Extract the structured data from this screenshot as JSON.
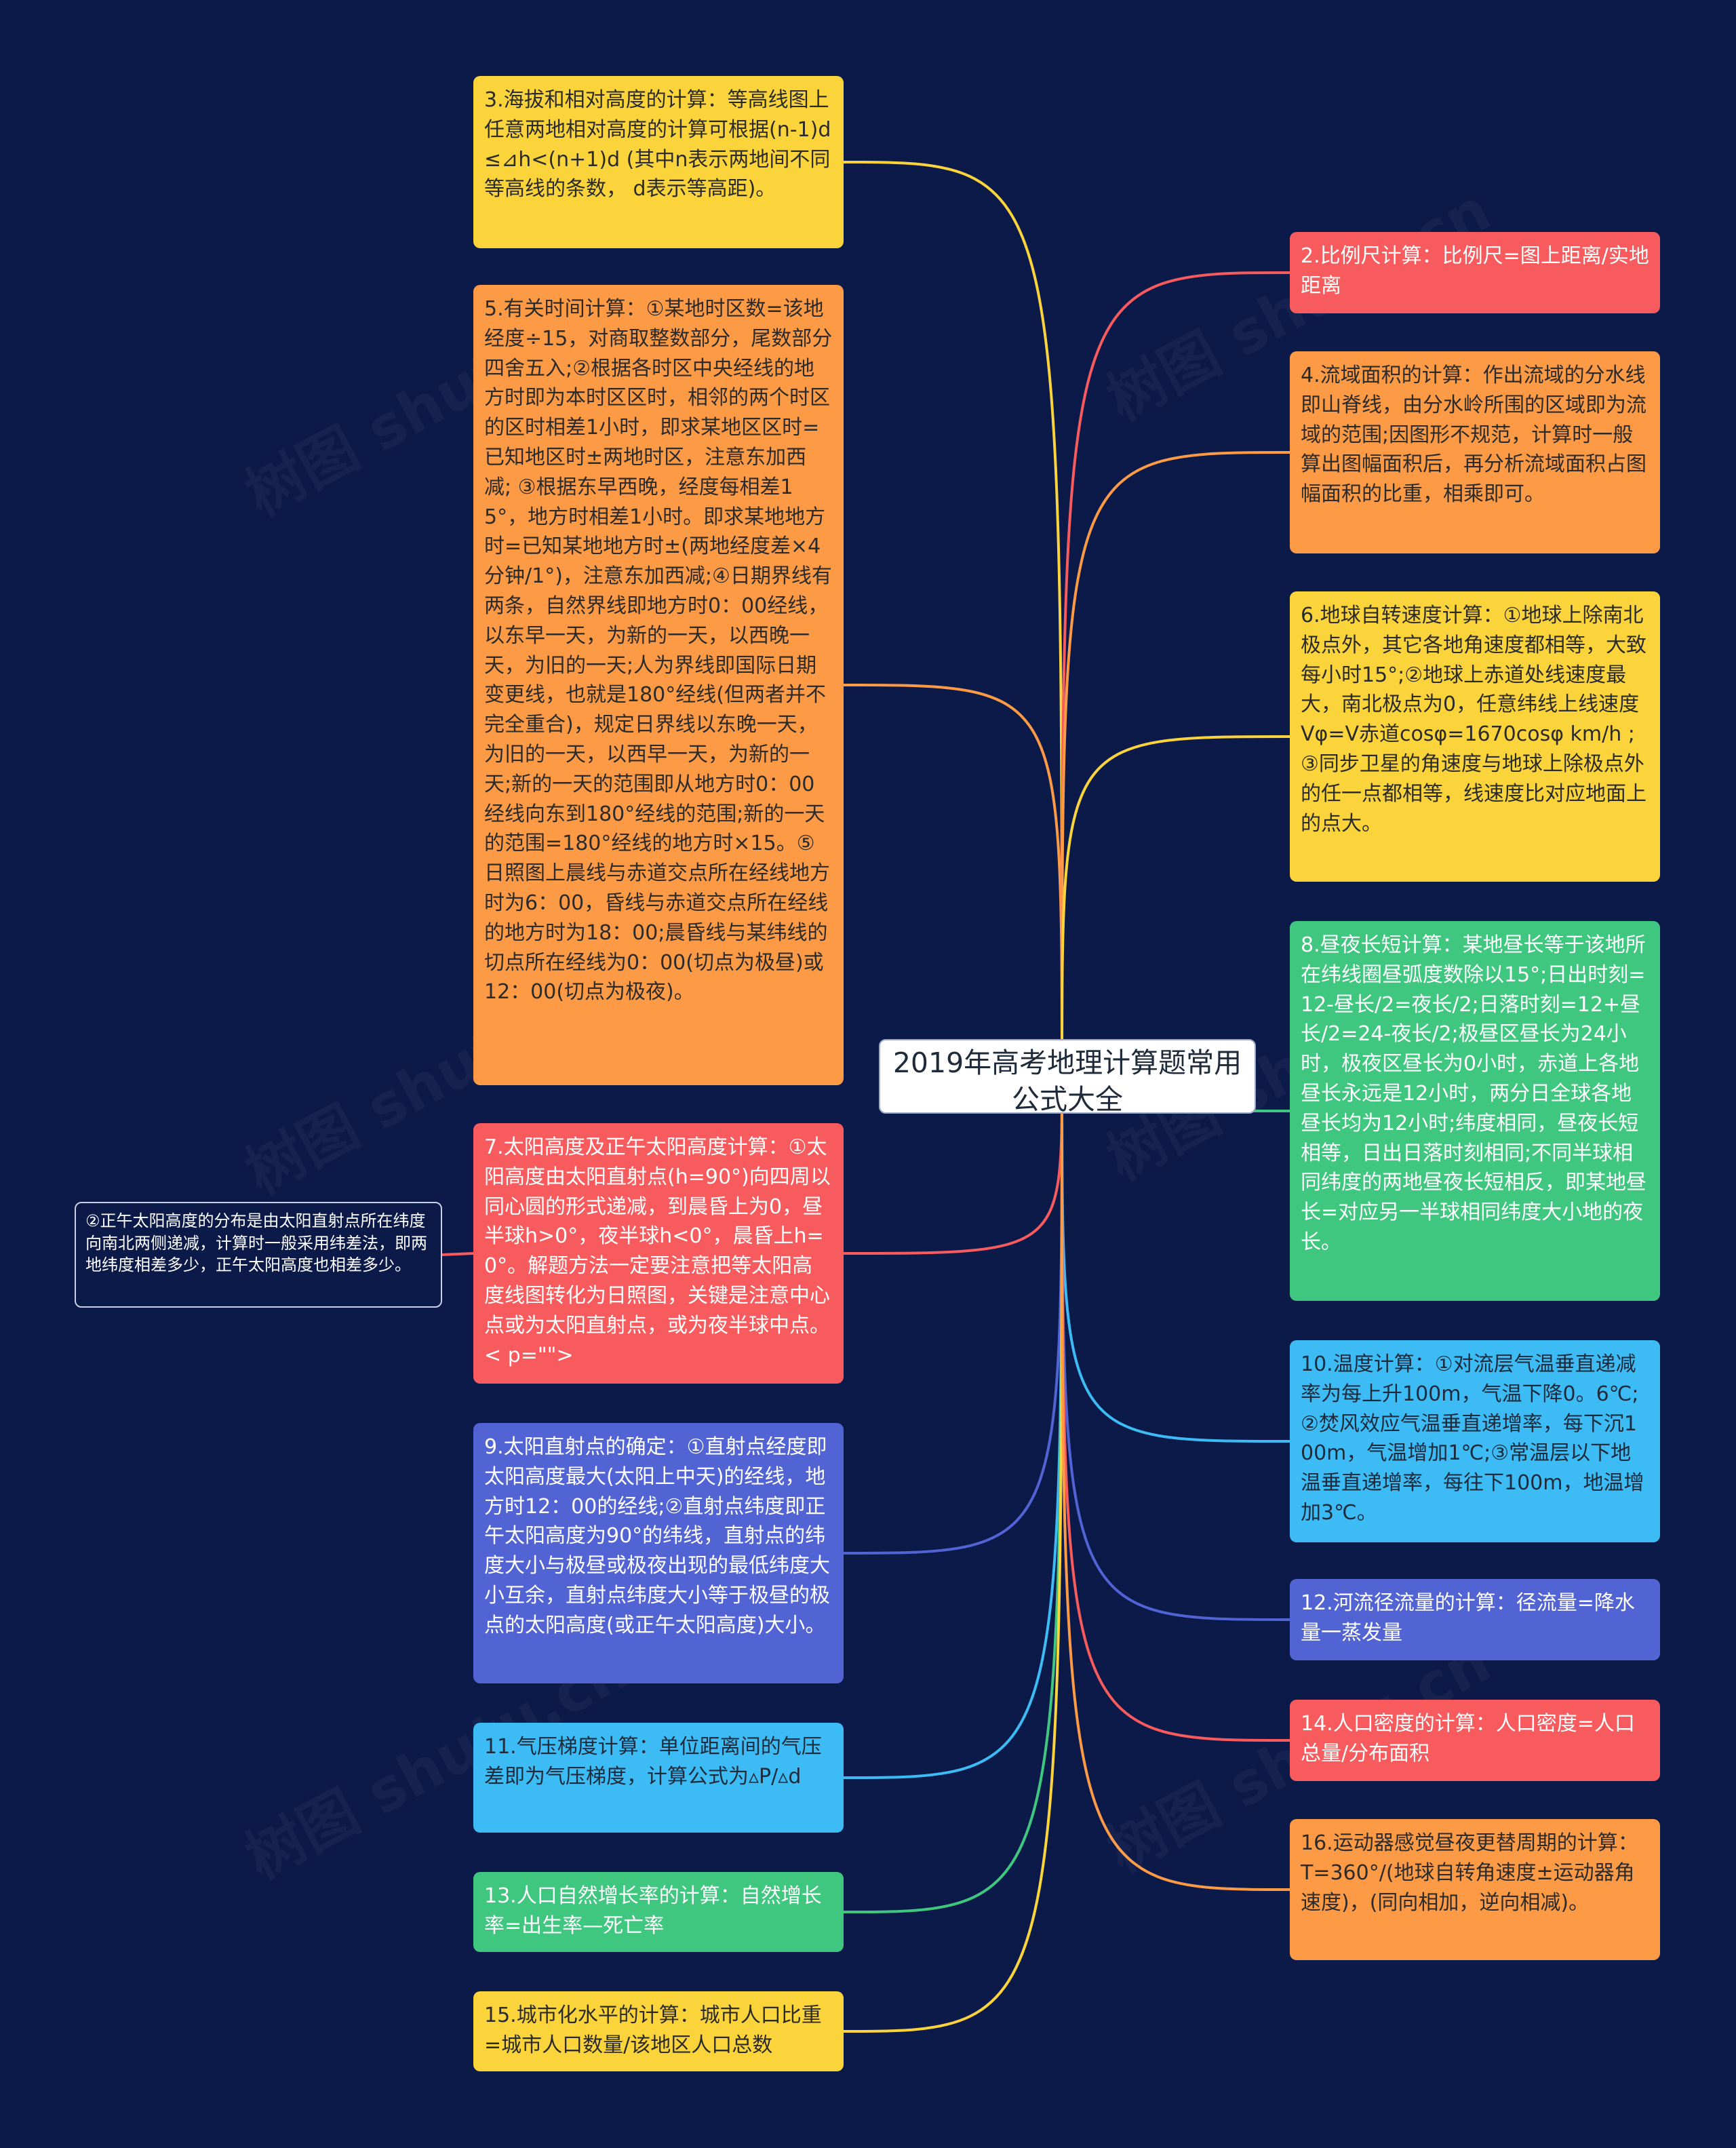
{
  "central": {
    "title": "2019年高考地理计算题常用公式大全"
  },
  "watermark": {
    "text": "树图 shutu.cn"
  },
  "colors": {
    "background": "#0c1a4a",
    "yellow": "#fbd43c",
    "orange": "#fd9a46",
    "red": "#f75b5d",
    "green": "#3fc67f",
    "blue": "#3cbbf5",
    "indigo": "#5263d4"
  },
  "left_nodes": [
    {
      "id": "n3",
      "color": "yellow",
      "text": "3.海拔和相对高度的计算：等高线图上任意两地相对高度的计算可根据(n-1)d≤⊿h<(n+1)d (其中n表示两地间不同等高线的条数， d表示等高距)。"
    },
    {
      "id": "n5",
      "color": "orange",
      "text": "5.有关时间计算：①某地时区数=该地经度÷15，对商取整数部分，尾数部分四舍五入;②根据各时区中央经线的地方时即为本时区区时，相邻的两个时区的区时相差1小时，即求某地区区时=已知地区时±两地时区，注意东加西减; ③根据东早西晚，经度每相差15°，地方时相差1小时。即求某地地方时=已知某地地方时±(两地经度差×4分钟/1°)，注意东加西减;④日期界线有两条，自然界线即地方时0：00经线，以东早一天，为新的一天，以西晚一天，为旧的一天;人为界线即国际日期变更线，也就是180°经线(但两者并不完全重合)，规定日界线以东晚一天，为旧的一天，以西早一天，为新的一天;新的一天的范围即从地方时0：00经线向东到180°经线的范围;新的一天的范围=180°经线的地方时×15。⑤日照图上晨线与赤道交点所在经线地方时为6：00，昏线与赤道交点所在经线的地方时为18：00;晨昏线与某纬线的切点所在经线为0：00(切点为极昼)或12：00(切点为极夜)。"
    },
    {
      "id": "n7",
      "color": "red",
      "text": "7.太阳高度及正午太阳高度计算：①太阳高度由太阳直射点(h=90°)向四周以同心圆的形式递减，到晨昏上为0，昼半球h>0°，夜半球h<0°，晨昏上h=0°。解题方法一定要注意把等太阳高度线图转化为日照图，关键是注意中心点或为太阳直射点，或为夜半球中点。< p=\"\">"
    },
    {
      "id": "n9",
      "color": "indigo",
      "text": "9.太阳直射点的确定：①直射点经度即太阳高度最大(太阳上中天)的经线，地方时12：00的经线;②直射点纬度即正午太阳高度为90°的纬线，直射点的纬度大小与极昼或极夜出现的最低纬度大小互余，直射点纬度大小等于极昼的极点的太阳高度(或正午太阳高度)大小。"
    },
    {
      "id": "n11",
      "color": "blue",
      "text": "11.气压梯度计算：单位距离间的气压差即为气压梯度，计算公式为▵P/▵d"
    },
    {
      "id": "n13",
      "color": "green",
      "text": "13.人口自然增长率的计算：自然增长率=出生率—死亡率"
    },
    {
      "id": "n15",
      "color": "yellow",
      "text": "15.城市化水平的计算：城市人口比重=城市人口数量/该地区人口总数"
    }
  ],
  "right_nodes": [
    {
      "id": "n2",
      "color": "red",
      "text": "2.比例尺计算：比例尺=图上距离/实地距离"
    },
    {
      "id": "n4",
      "color": "orange",
      "text": "4.流域面积的计算：作出流域的分水线即山脊线，由分水岭所围的区域即为流域的范围;因图形不规范，计算时一般算出图幅面积后，再分析流域面积占图幅面积的比重，相乘即可。"
    },
    {
      "id": "n6",
      "color": "yellow",
      "text": "6.地球自转速度计算：①地球上除南北极点外，其它各地角速度都相等，大致每小时15°;②地球上赤道处线速度最大，南北极点为0，任意纬线上线速度Vφ=V赤道cosφ=1670cosφ km/h ; ③同步卫星的角速度与地球上除极点外的任一点都相等，线速度比对应地面上的点大。"
    },
    {
      "id": "n8",
      "color": "green",
      "text": "8.昼夜长短计算：某地昼长等于该地所在纬线圈昼弧度数除以15°;日出时刻=12-昼长/2=夜长/2;日落时刻=12+昼长/2=24-夜长/2;极昼区昼长为24小时，极夜区昼长为0小时，赤道上各地昼长永远是12小时，两分日全球各地昼长均为12小时;纬度相同，昼夜长短相等，日出日落时刻相同;不同半球相同纬度的两地昼夜长短相反，即某地昼长=对应另一半球相同纬度大小地的夜长。"
    },
    {
      "id": "n10",
      "color": "blue",
      "text": "10.温度计算：①对流层气温垂直递减率为每上升100m，气温下降0。6℃;②焚风效应气温垂直递增率，每下沉100m，气温增加1℃;③常温层以下地温垂直递增率，每往下100m，地温增加3℃。"
    },
    {
      "id": "n12",
      "color": "indigo",
      "text": "12.河流径流量的计算：径流量=降水量一蒸发量"
    },
    {
      "id": "n14",
      "color": "red",
      "text": "14.人口密度的计算：人口密度=人口总量/分布面积"
    },
    {
      "id": "n16",
      "color": "orange",
      "text": "16.运动器感觉昼夜更替周期的计算：T=360°/(地球自转角速度±运动器角速度)，(同向相加，逆向相减)。"
    }
  ],
  "sub_note": {
    "parent": "n7",
    "text": "②正午太阳高度的分布是由太阳直射点所在纬度向南北两侧递减，计算时一般采用纬差法，即两地纬度相差多少，正午太阳高度也相差多少。"
  }
}
